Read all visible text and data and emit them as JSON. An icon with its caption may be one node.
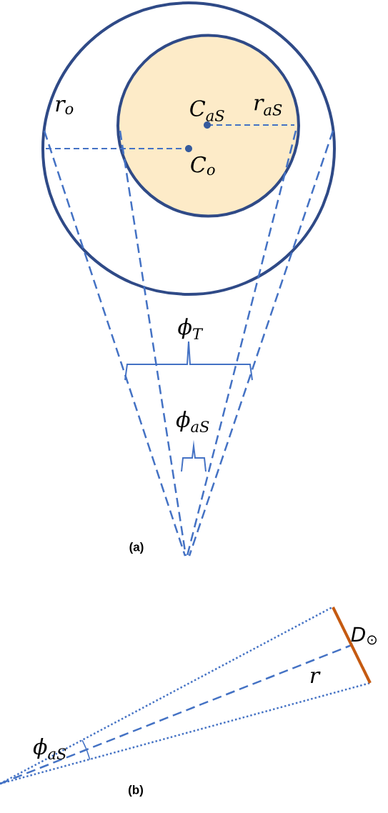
{
  "diagram": {
    "labels": [
      "r$_{o}$",
      "C$_{aS}$",
      "r$_{aS}$",
      "C$_{o}$",
      "ϕ$_{T}$",
      "ϕ$_{aS}$",
      "(a)",
      "D$_{⊙}$",
      "r",
      "ϕ$_{aS}$",
      "(b)"
    ]
  }
}
